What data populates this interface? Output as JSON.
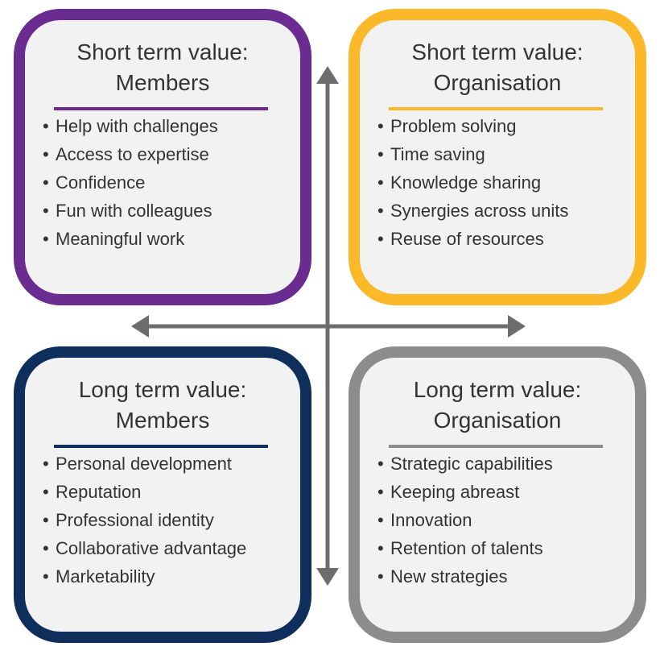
{
  "quadrants": [
    {
      "key": "top-left",
      "title_line1": "Short term value:",
      "title_line2": "Members",
      "color": "#6a2c91",
      "items": [
        "Help with challenges",
        "Access to expertise",
        "Confidence",
        "Fun with colleagues",
        "Meaningful work"
      ]
    },
    {
      "key": "top-right",
      "title_line1": "Short term value:",
      "title_line2": "Organisation",
      "color": "#fbb829",
      "items": [
        "Problem solving",
        "Time saving",
        "Knowledge sharing",
        "Synergies across units",
        "Reuse of resources"
      ]
    },
    {
      "key": "bottom-left",
      "title_line1": "Long term value:",
      "title_line2": "Members",
      "color": "#0e2e5c",
      "items": [
        "Personal development",
        "Reputation",
        "Professional identity",
        "Collaborative advantage",
        "Marketability"
      ]
    },
    {
      "key": "bottom-right",
      "title_line1": "Long term value:",
      "title_line2": "Organisation",
      "color": "#8c8c8c",
      "items": [
        "Strategic capabilities",
        "Keeping abreast",
        "Innovation",
        "Retention of talents",
        "New strategies"
      ]
    }
  ],
  "bullet_char": "•",
  "axis_color": "#6d6d6d"
}
